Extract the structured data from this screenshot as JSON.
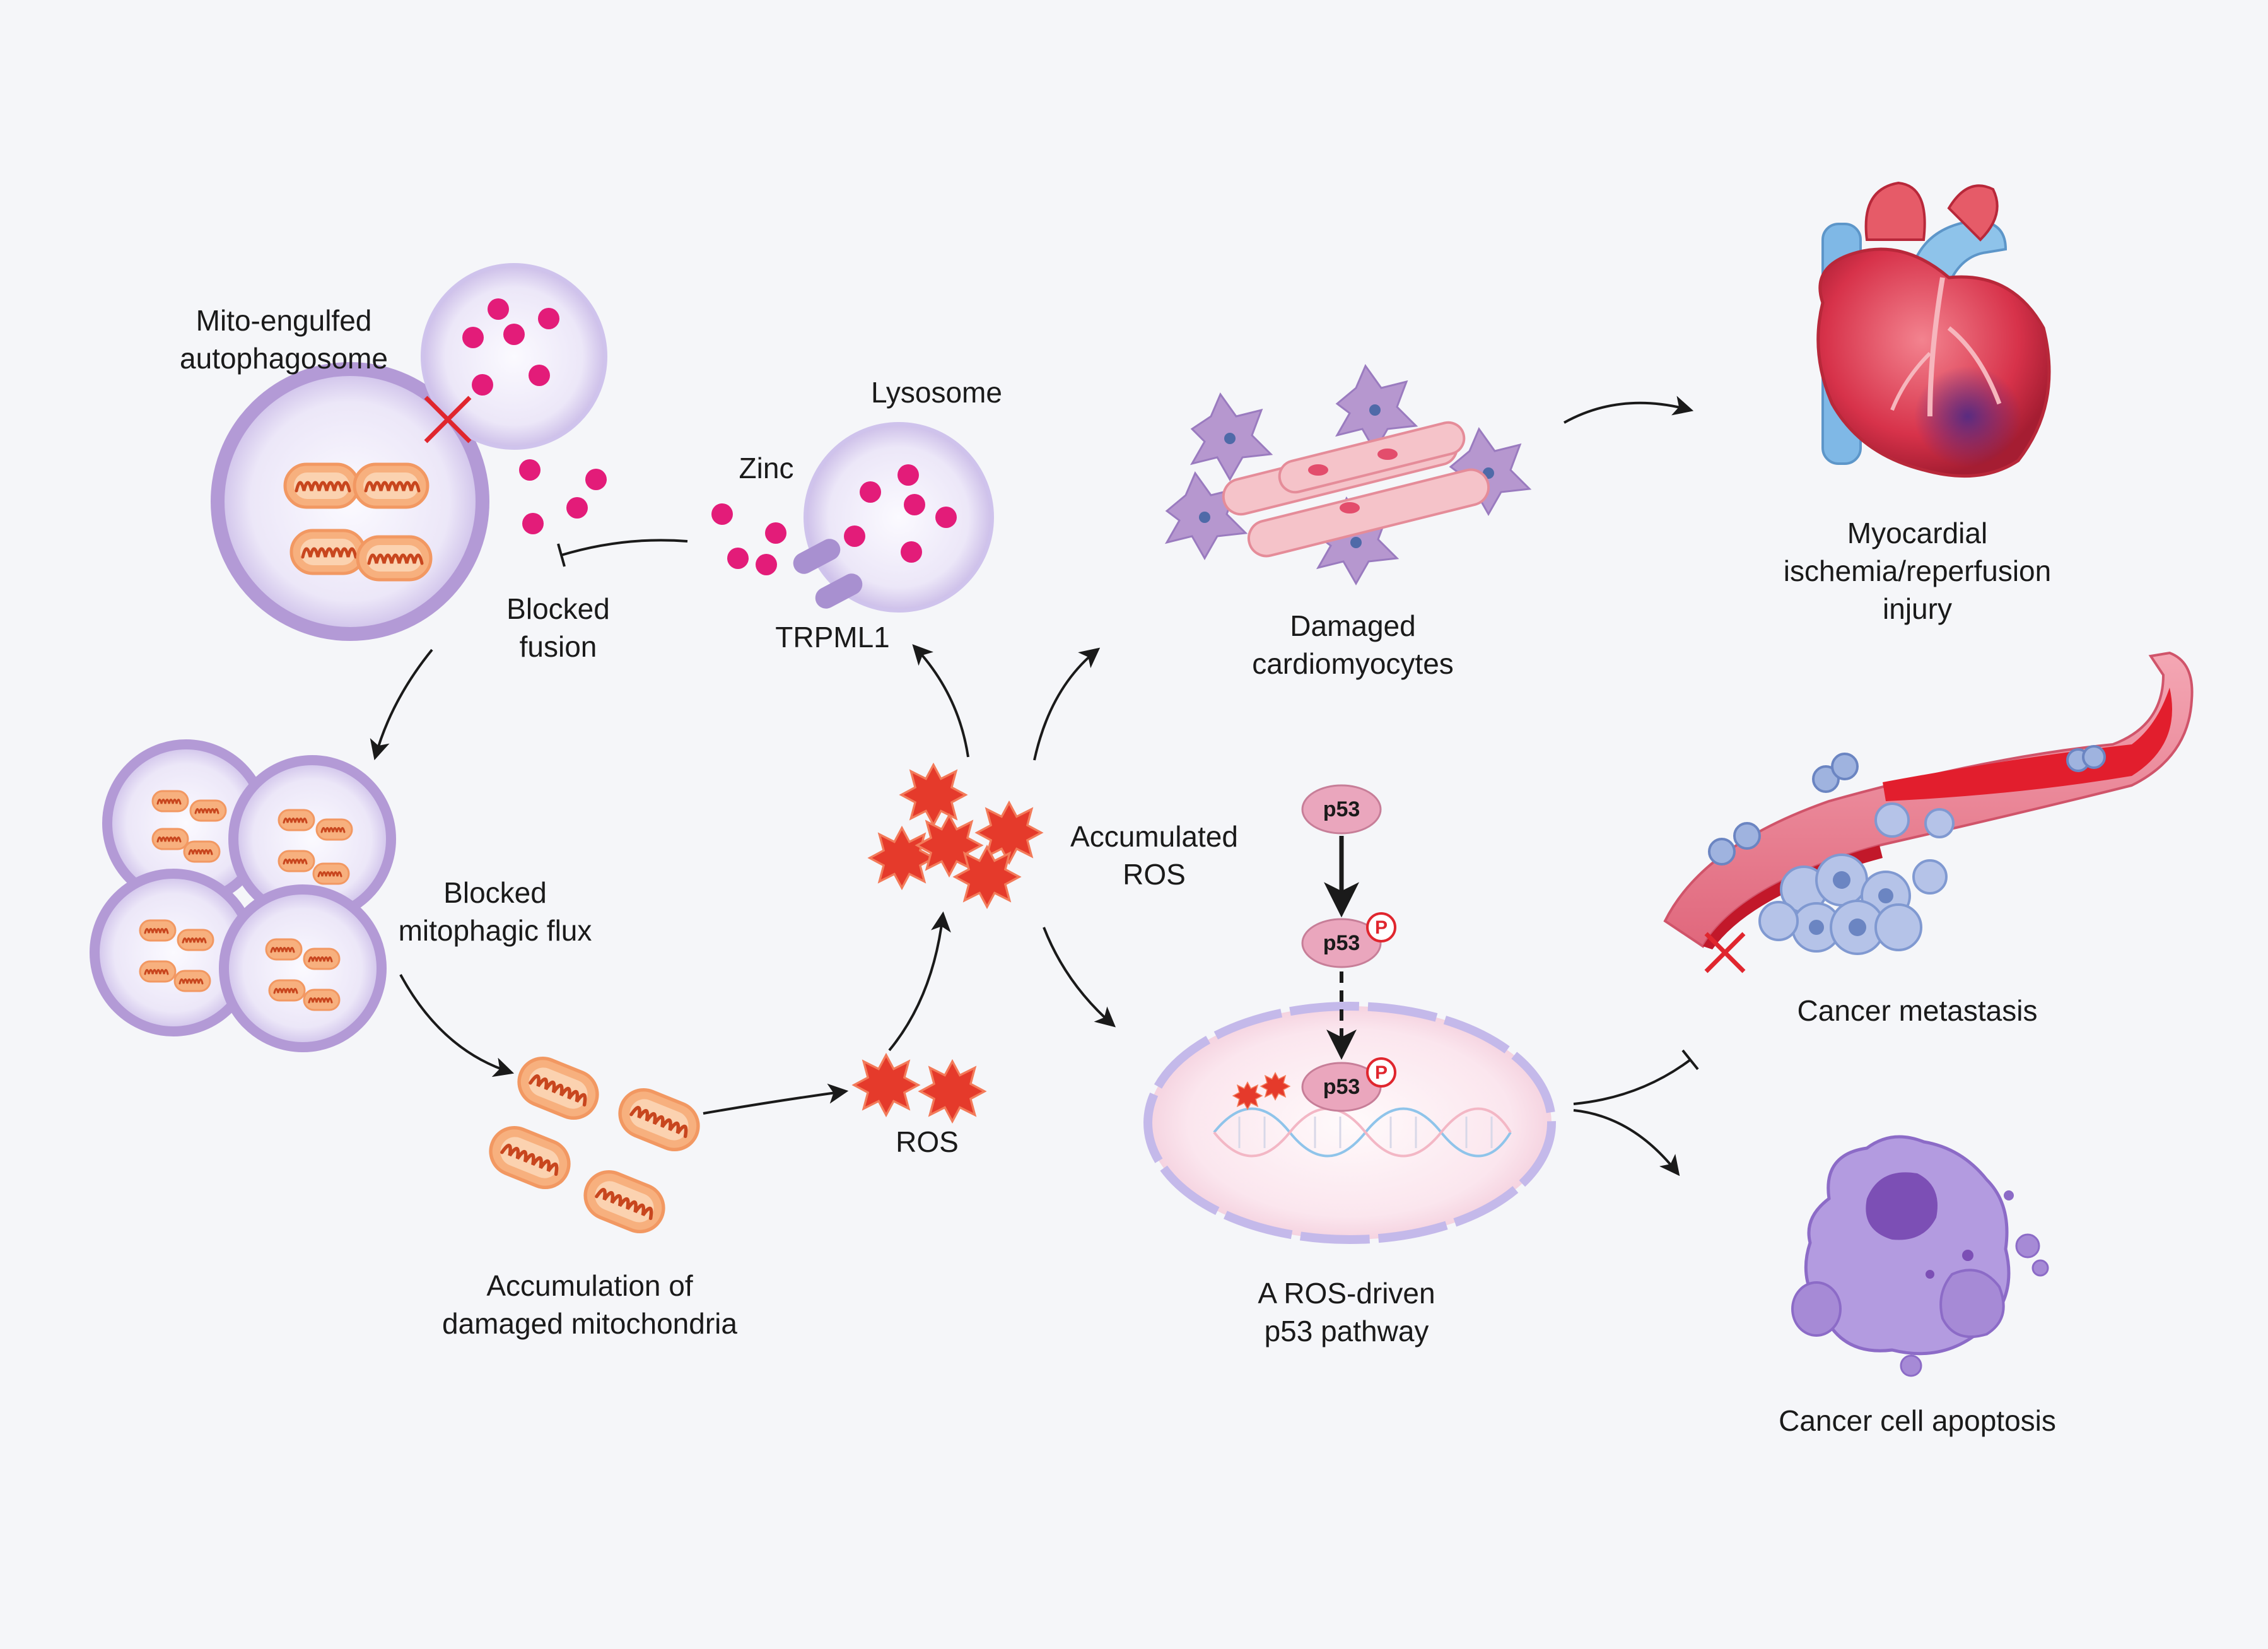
{
  "labels": {
    "mito_autophagosome": [
      "Mito-engulfed",
      "autophagosome"
    ],
    "lysosome": "Lysosome",
    "zinc": "Zinc",
    "trpml1": "TRPML1",
    "blocked_fusion": [
      "Blocked",
      "fusion"
    ],
    "blocked_flux": [
      "Blocked",
      "mitophagic flux"
    ],
    "accum_mito": [
      "Accumulation of",
      "damaged mitochondria"
    ],
    "ros": "ROS",
    "accum_ros": [
      "Accumulated",
      "ROS"
    ],
    "damaged_cardio": [
      "Damaged",
      "cardiomyocytes"
    ],
    "myocardial": [
      "Myocardial",
      "ischemia/reperfusion",
      "injury"
    ],
    "cancer_metastasis": "Cancer metastasis",
    "cancer_apoptosis": "Cancer cell apoptosis",
    "p53_pathway": [
      "A ROS-driven",
      "p53 pathway"
    ],
    "p53": "p53",
    "phospho": "P"
  },
  "colors": {
    "vesicle_fill": "#e8e3f6",
    "vesicle_rim": "#b39ad6",
    "zinc_dot": "#e31c79",
    "ros": "#e53a2b",
    "mito_fill": "#f5a06c",
    "mito_line": "#c8461e",
    "p53_fill": "#e8a7be",
    "heart_red": "#d9344a",
    "vessel_pink": "#e8788c",
    "tumor_blue": "#9fb3df",
    "apoptosis_purple": "#a68ad6",
    "arrow": "#1a1a1a",
    "block_x": "#e0262e"
  }
}
